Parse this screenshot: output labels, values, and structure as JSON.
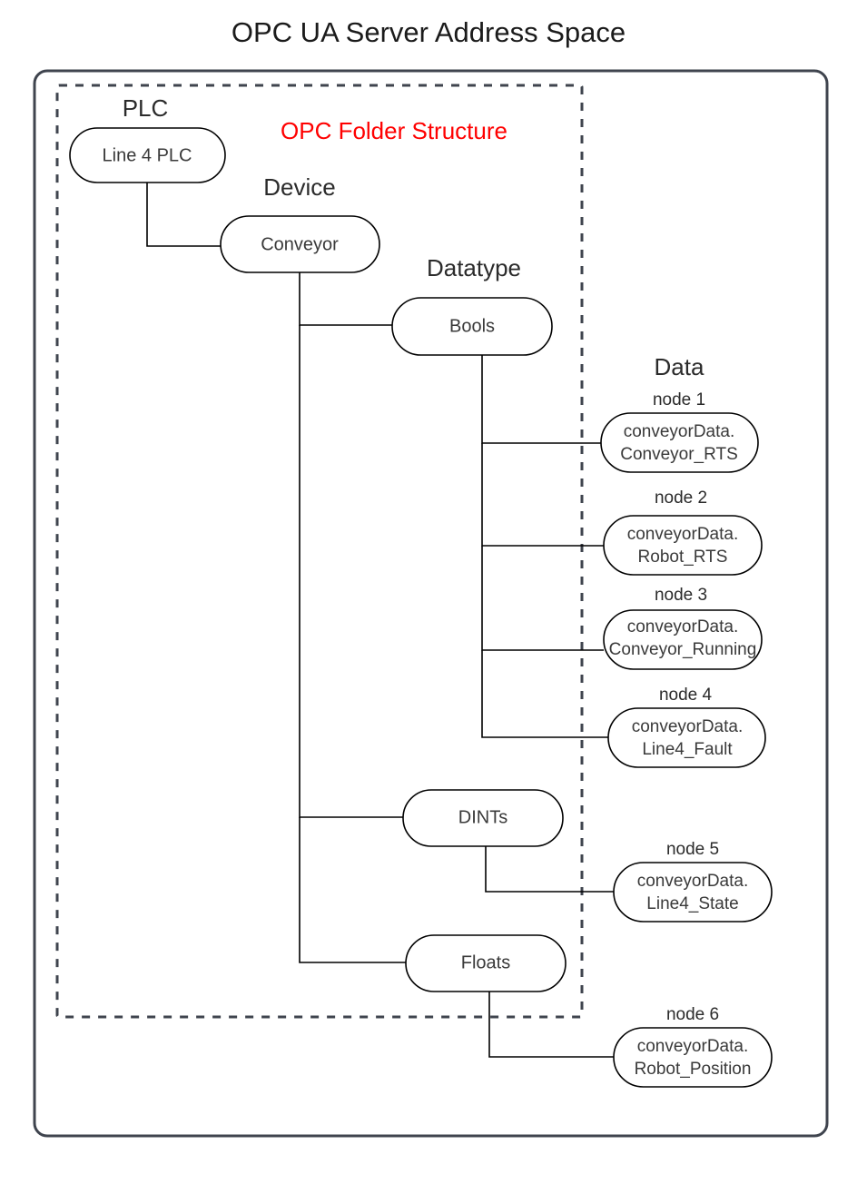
{
  "title": "OPC UA Server Address Space",
  "annotation": "OPC Folder Structure",
  "group_labels": {
    "plc": "PLC",
    "device": "Device",
    "datatype": "Datatype",
    "data": "Data"
  },
  "colors": {
    "annotation": "#ff0000",
    "frame": "#3f444e",
    "node_stroke": "#000000",
    "text": "#2b2b2b",
    "background": "#ffffff"
  },
  "tree": {
    "plc_node": "Line 4 PLC",
    "device_node": "Conveyor",
    "datatype_nodes": [
      "Bools",
      "DINTs",
      "Floats"
    ]
  },
  "data_nodes": [
    {
      "label": "node 1",
      "line1": "conveyorData.",
      "line2": "Conveyor_RTS",
      "parent": "Bools"
    },
    {
      "label": "node 2",
      "line1": "conveyorData.",
      "line2": "Robot_RTS",
      "parent": "Bools"
    },
    {
      "label": "node 3",
      "line1": "conveyorData.",
      "line2": "Conveyor_Running",
      "parent": "Bools"
    },
    {
      "label": "node 4",
      "line1": "conveyorData.",
      "line2": "Line4_Fault",
      "parent": "Bools"
    },
    {
      "label": "node 5",
      "line1": "conveyorData.",
      "line2": "Line4_State",
      "parent": "DINTs"
    },
    {
      "label": "node 6",
      "line1": "conveyorData.",
      "line2": "Robot_Position",
      "parent": "Floats"
    }
  ]
}
